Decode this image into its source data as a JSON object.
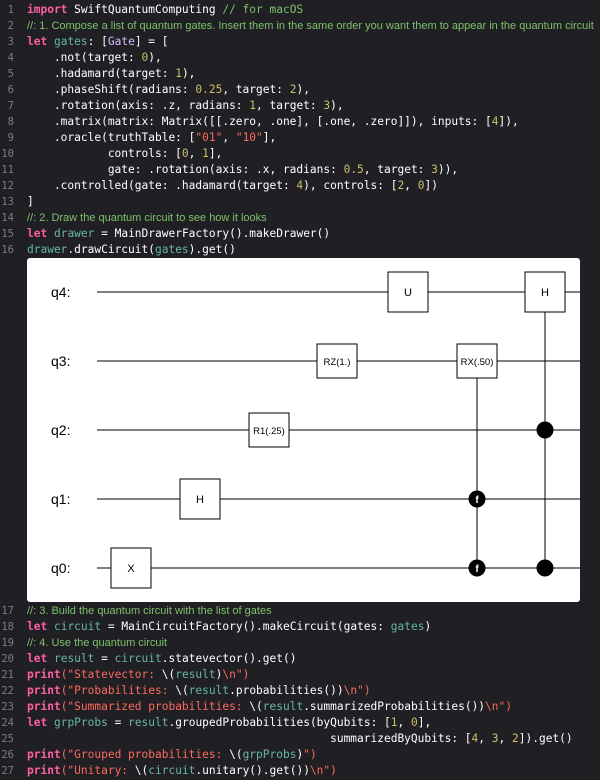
{
  "colors": {
    "background": "#1f1f24",
    "keyword": "#fc5fa3",
    "comment": "#7ec26a",
    "string": "#fc6a5d",
    "number": "#d0bf69",
    "type": "#dabaff",
    "variable": "#67b7a4",
    "line_number": "#7c7c84"
  },
  "lines": [
    {
      "n": "1",
      "tokens": [
        [
          "kw",
          "import"
        ],
        [
          "pl",
          " SwiftQuantumComputing "
        ],
        [
          "cm",
          "// for macOS"
        ]
      ]
    },
    {
      "n": "2",
      "tokens": [
        [
          "cm",
          "//: 1. Compose a list of quantum gates. Insert them in the same order you want them to appear in the quantum circuit"
        ]
      ],
      "prose": true
    },
    {
      "n": "3",
      "tokens": [
        [
          "kw",
          "let"
        ],
        [
          "pl",
          " "
        ],
        [
          "var",
          "gates"
        ],
        [
          "pl",
          ": ["
        ],
        [
          "ty",
          "Gate"
        ],
        [
          "pl",
          "] = ["
        ]
      ]
    },
    {
      "n": "4",
      "tokens": [
        [
          "pl",
          "    .not(target: "
        ],
        [
          "num",
          "0"
        ],
        [
          "pl",
          "),"
        ]
      ]
    },
    {
      "n": "5",
      "tokens": [
        [
          "pl",
          "    .hadamard(target: "
        ],
        [
          "num",
          "1"
        ],
        [
          "pl",
          "),"
        ]
      ]
    },
    {
      "n": "6",
      "tokens": [
        [
          "pl",
          "    .phaseShift(radians: "
        ],
        [
          "num",
          "0.25"
        ],
        [
          "pl",
          ", target: "
        ],
        [
          "num",
          "2"
        ],
        [
          "pl",
          "),"
        ]
      ]
    },
    {
      "n": "7",
      "tokens": [
        [
          "pl",
          "    .rotation(axis: .z, radians: "
        ],
        [
          "num",
          "1"
        ],
        [
          "pl",
          ", target: "
        ],
        [
          "num",
          "3"
        ],
        [
          "pl",
          "),"
        ]
      ]
    },
    {
      "n": "8",
      "tokens": [
        [
          "pl",
          "    .matrix(matrix: Matrix([[.zero, .one], [.one, .zero]]), inputs: ["
        ],
        [
          "num",
          "4"
        ],
        [
          "pl",
          "]),"
        ]
      ]
    },
    {
      "n": "9",
      "tokens": [
        [
          "pl",
          "    .oracle(truthTable: ["
        ],
        [
          "str",
          "\"01\""
        ],
        [
          "pl",
          ", "
        ],
        [
          "str",
          "\"10\""
        ],
        [
          "pl",
          "],"
        ]
      ]
    },
    {
      "n": "10",
      "tokens": [
        [
          "pl",
          "            controls: ["
        ],
        [
          "num",
          "0"
        ],
        [
          "pl",
          ", "
        ],
        [
          "num",
          "1"
        ],
        [
          "pl",
          "],"
        ]
      ]
    },
    {
      "n": "11",
      "tokens": [
        [
          "pl",
          "            gate: .rotation(axis: .x, radians: "
        ],
        [
          "num",
          "0.5"
        ],
        [
          "pl",
          ", target: "
        ],
        [
          "num",
          "3"
        ],
        [
          "pl",
          ")),"
        ]
      ]
    },
    {
      "n": "12",
      "tokens": [
        [
          "pl",
          "    .controlled(gate: .hadamard(target: "
        ],
        [
          "num",
          "4"
        ],
        [
          "pl",
          "), controls: ["
        ],
        [
          "num",
          "2"
        ],
        [
          "pl",
          ", "
        ],
        [
          "num",
          "0"
        ],
        [
          "pl",
          "])"
        ]
      ]
    },
    {
      "n": "13",
      "tokens": [
        [
          "pl",
          "]"
        ]
      ]
    },
    {
      "n": "14",
      "tokens": [
        [
          "cm",
          "//: 2. Draw the quantum circuit to see how it looks"
        ]
      ],
      "prose": true
    },
    {
      "n": "15",
      "tokens": [
        [
          "kw",
          "let"
        ],
        [
          "pl",
          " "
        ],
        [
          "var",
          "drawer"
        ],
        [
          "pl",
          " = MainDrawerFactory().makeDrawer()"
        ]
      ]
    },
    {
      "n": "16",
      "tokens": [
        [
          "var",
          "drawer"
        ],
        [
          "pl",
          ".drawCircuit("
        ],
        [
          "var",
          "gates"
        ],
        [
          "pl",
          ").get()"
        ]
      ]
    },
    {
      "n": "17",
      "tokens": [
        [
          "cm",
          "//: 3. Build the quantum circuit with the list of gates"
        ]
      ],
      "prose": true
    },
    {
      "n": "18",
      "tokens": [
        [
          "kw",
          "let"
        ],
        [
          "pl",
          " "
        ],
        [
          "var",
          "circuit"
        ],
        [
          "pl",
          " = MainCircuitFactory().makeCircuit(gates: "
        ],
        [
          "var",
          "gates"
        ],
        [
          "pl",
          ")"
        ]
      ]
    },
    {
      "n": "19",
      "tokens": [
        [
          "cm",
          "//: 4. Use the quantum circuit"
        ]
      ],
      "prose": true
    },
    {
      "n": "20",
      "tokens": [
        [
          "kw",
          "let"
        ],
        [
          "pl",
          " "
        ],
        [
          "var",
          "result"
        ],
        [
          "pl",
          " = "
        ],
        [
          "var",
          "circuit"
        ],
        [
          "pl",
          ".statevector().get()"
        ]
      ]
    },
    {
      "n": "21",
      "tokens": [
        [
          "kw",
          "print"
        ],
        [
          "str",
          "(\"Statevector: "
        ],
        [
          "pl",
          "\\("
        ],
        [
          "var",
          "result"
        ],
        [
          "pl",
          ")"
        ],
        [
          "str",
          "\\n\")"
        ]
      ]
    },
    {
      "n": "22",
      "tokens": [
        [
          "kw",
          "print"
        ],
        [
          "str",
          "(\"Probabilities: "
        ],
        [
          "pl",
          "\\("
        ],
        [
          "var",
          "result"
        ],
        [
          "pl",
          ".probabilities())"
        ],
        [
          "str",
          "\\n\")"
        ]
      ]
    },
    {
      "n": "23",
      "tokens": [
        [
          "kw",
          "print"
        ],
        [
          "str",
          "(\"Summarized probabilities: "
        ],
        [
          "pl",
          "\\("
        ],
        [
          "var",
          "result"
        ],
        [
          "pl",
          ".summarizedProbabilities())"
        ],
        [
          "str",
          "\\n\")"
        ]
      ]
    },
    {
      "n": "24",
      "tokens": [
        [
          "kw",
          "let"
        ],
        [
          "pl",
          " "
        ],
        [
          "var",
          "grpProbs"
        ],
        [
          "pl",
          " = "
        ],
        [
          "var",
          "result"
        ],
        [
          "pl",
          ".groupedProbabilities(byQubits: ["
        ],
        [
          "num",
          "1"
        ],
        [
          "pl",
          ", "
        ],
        [
          "num",
          "0"
        ],
        [
          "pl",
          "],"
        ]
      ]
    },
    {
      "n": "25",
      "tokens": [
        [
          "pl",
          "                                             summarizedByQubits: ["
        ],
        [
          "num",
          "4"
        ],
        [
          "pl",
          ", "
        ],
        [
          "num",
          "3"
        ],
        [
          "pl",
          ", "
        ],
        [
          "num",
          "2"
        ],
        [
          "pl",
          "]).get()"
        ]
      ]
    },
    {
      "n": "26",
      "tokens": [
        [
          "kw",
          "print"
        ],
        [
          "str",
          "(\"Grouped probabilities: "
        ],
        [
          "pl",
          "\\("
        ],
        [
          "var",
          "grpProbs"
        ],
        [
          "pl",
          ")"
        ],
        [
          "str",
          "\")"
        ]
      ]
    },
    {
      "n": "27",
      "tokens": [
        [
          "kw",
          "print"
        ],
        [
          "str",
          "(\"Unitary: "
        ],
        [
          "pl",
          "\\("
        ],
        [
          "var",
          "circuit"
        ],
        [
          "pl",
          ".unitary().get())"
        ],
        [
          "str",
          "\\n\")"
        ]
      ]
    }
  ],
  "circuit": {
    "qubits": [
      "q4:",
      "q3:",
      "q2:",
      "q1:",
      "q0:"
    ],
    "gates": {
      "x": "X",
      "h1": "H",
      "r1": "R1(.25)",
      "rz": "RZ(1.)",
      "u": "U",
      "rx": "RX(.50)",
      "h4": "H"
    },
    "oracle_control_symbol": "f"
  }
}
